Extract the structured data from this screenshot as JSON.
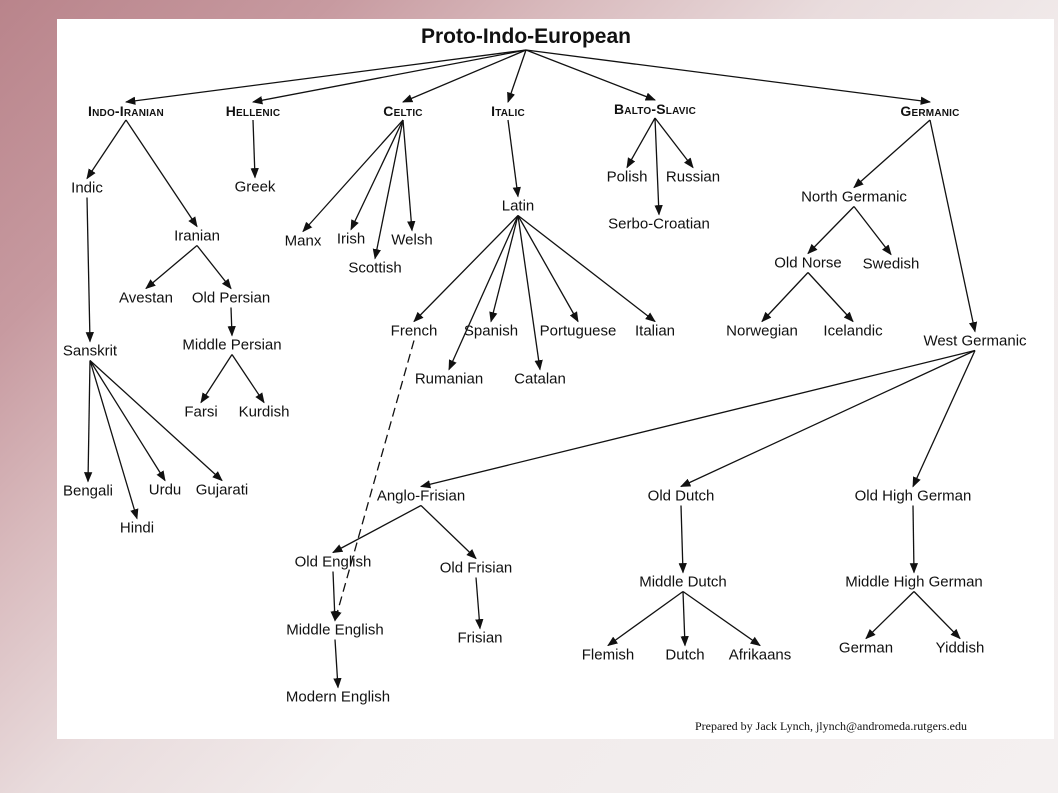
{
  "diagram": {
    "root": "Proto-Indo-European",
    "credit": "Prepared by Jack Lynch, jlynch@andromeda.rutgers.edu",
    "branches": {
      "indo_iranian": "Indo-Iranian",
      "hellenic": "Hellenic",
      "celtic": "Celtic",
      "italic": "Italic",
      "balto_slavic": "Balto-Slavic",
      "germanic": "Germanic"
    },
    "languages": {
      "indic": "Indic",
      "iranian": "Iranian",
      "avestan": "Avestan",
      "old_persian": "Old Persian",
      "middle_persian": "Middle Persian",
      "farsi": "Farsi",
      "kurdish": "Kurdish",
      "sanskrit": "Sanskrit",
      "bengali": "Bengali",
      "hindi": "Hindi",
      "urdu": "Urdu",
      "gujarati": "Gujarati",
      "greek": "Greek",
      "manx": "Manx",
      "irish": "Irish",
      "scottish": "Scottish",
      "welsh": "Welsh",
      "latin": "Latin",
      "french": "French",
      "spanish": "Spanish",
      "portuguese": "Portuguese",
      "italian": "Italian",
      "rumanian": "Rumanian",
      "catalan": "Catalan",
      "polish": "Polish",
      "russian": "Russian",
      "serbo_croatian": "Serbo-Croatian",
      "north_germanic": "North Germanic",
      "old_norse": "Old Norse",
      "swedish": "Swedish",
      "norwegian": "Norwegian",
      "icelandic": "Icelandic",
      "west_germanic": "West Germanic",
      "anglo_frisian": "Anglo-Frisian",
      "old_english": "Old English",
      "old_frisian": "Old Frisian",
      "middle_english": "Middle English",
      "frisian": "Frisian",
      "modern_english": "Modern English",
      "old_dutch": "Old Dutch",
      "middle_dutch": "Middle Dutch",
      "flemish": "Flemish",
      "dutch": "Dutch",
      "afrikaans": "Afrikaans",
      "old_high_german": "Old High German",
      "middle_high_german": "Middle High German",
      "german": "German",
      "yiddish": "Yiddish"
    },
    "edges": [
      [
        "root",
        "indo_iranian"
      ],
      [
        "root",
        "hellenic"
      ],
      [
        "root",
        "celtic"
      ],
      [
        "root",
        "italic"
      ],
      [
        "root",
        "balto_slavic"
      ],
      [
        "root",
        "germanic"
      ],
      [
        "indo_iranian",
        "indic"
      ],
      [
        "indo_iranian",
        "iranian"
      ],
      [
        "iranian",
        "avestan"
      ],
      [
        "iranian",
        "old_persian"
      ],
      [
        "old_persian",
        "middle_persian"
      ],
      [
        "middle_persian",
        "farsi"
      ],
      [
        "middle_persian",
        "kurdish"
      ],
      [
        "indic",
        "sanskrit"
      ],
      [
        "sanskrit",
        "bengali"
      ],
      [
        "sanskrit",
        "hindi"
      ],
      [
        "sanskrit",
        "urdu"
      ],
      [
        "sanskrit",
        "gujarati"
      ],
      [
        "hellenic",
        "greek"
      ],
      [
        "celtic",
        "manx"
      ],
      [
        "celtic",
        "irish"
      ],
      [
        "celtic",
        "scottish"
      ],
      [
        "celtic",
        "welsh"
      ],
      [
        "italic",
        "latin"
      ],
      [
        "latin",
        "french"
      ],
      [
        "latin",
        "rumanian"
      ],
      [
        "latin",
        "spanish"
      ],
      [
        "latin",
        "catalan"
      ],
      [
        "latin",
        "portuguese"
      ],
      [
        "latin",
        "italian"
      ],
      [
        "balto_slavic",
        "polish"
      ],
      [
        "balto_slavic",
        "russian"
      ],
      [
        "balto_slavic",
        "serbo_croatian"
      ],
      [
        "germanic",
        "north_germanic"
      ],
      [
        "germanic",
        "west_germanic"
      ],
      [
        "north_germanic",
        "old_norse"
      ],
      [
        "north_germanic",
        "swedish"
      ],
      [
        "old_norse",
        "norwegian"
      ],
      [
        "old_norse",
        "icelandic"
      ],
      [
        "west_germanic",
        "anglo_frisian"
      ],
      [
        "west_germanic",
        "old_dutch"
      ],
      [
        "west_germanic",
        "old_high_german"
      ],
      [
        "anglo_frisian",
        "old_english"
      ],
      [
        "anglo_frisian",
        "old_frisian"
      ],
      [
        "old_english",
        "middle_english"
      ],
      [
        "middle_english",
        "modern_english"
      ],
      [
        "old_frisian",
        "frisian"
      ],
      [
        "old_dutch",
        "middle_dutch"
      ],
      [
        "middle_dutch",
        "flemish"
      ],
      [
        "middle_dutch",
        "dutch"
      ],
      [
        "middle_dutch",
        "afrikaans"
      ],
      [
        "old_high_german",
        "middle_high_german"
      ],
      [
        "middle_high_german",
        "german"
      ],
      [
        "middle_high_german",
        "yiddish"
      ]
    ],
    "dashed_edges": [
      [
        "french",
        "middle_english"
      ]
    ]
  }
}
